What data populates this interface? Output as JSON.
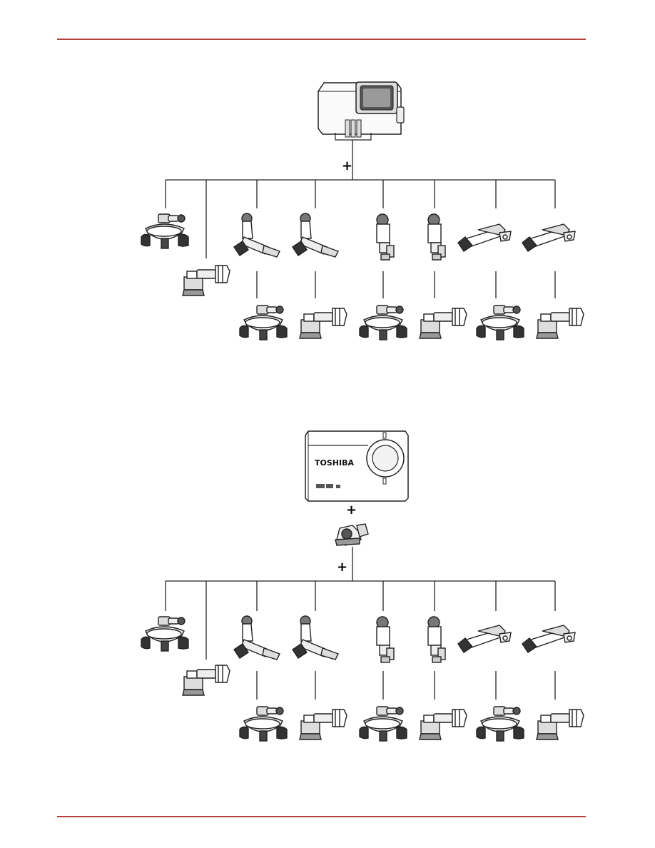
{
  "figure": {
    "section_a": {
      "plus_sign": "+",
      "device": "waterproof-housing"
    },
    "section_b": {
      "brand_label": "TOSHIBA",
      "plus_sign_1": "+",
      "plus_sign_2": "+",
      "device": "action-camera",
      "adapter": "tripod-adapter-mount"
    },
    "accessories_row_1": [
      "handlebar-mount",
      "buckle-mount",
      "pivot-arm",
      "pivot-arm",
      "straight-arm",
      "straight-arm",
      "extension-arm",
      "extension-arm"
    ],
    "accessories_row_2": [
      "handlebar-mount",
      "buckle-mount",
      "handlebar-mount",
      "buckle-mount",
      "handlebar-mount",
      "buckle-mount"
    ],
    "colors": {
      "rule": "#b0413e",
      "line": "#222222"
    }
  }
}
